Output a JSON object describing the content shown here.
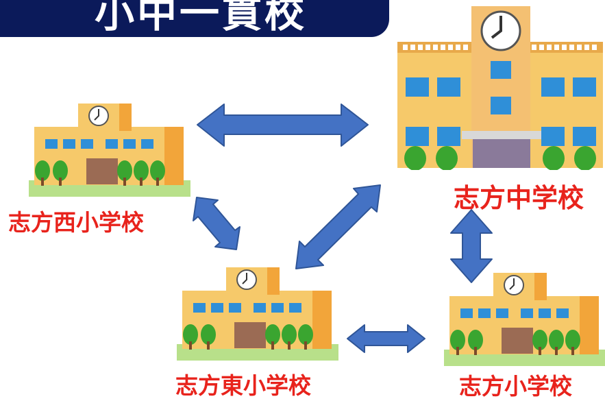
{
  "header": {
    "title": "小中一貫校"
  },
  "schools": {
    "west": "志方西小学校",
    "junior_high": "志方中学校",
    "east": "志方東小学校",
    "main": "志方小学校"
  },
  "colors": {
    "banner": "#0b1a5a",
    "label": "#e8231c",
    "arrow": "#4472c4",
    "arrow_stroke": "#2f5597",
    "building_wall": "#f6c96a",
    "building_side": "#f2a53a",
    "windows": "#2f8fd8",
    "door": "#9b6b54",
    "tree": "#3aa530",
    "grass": "#b8e08a"
  }
}
